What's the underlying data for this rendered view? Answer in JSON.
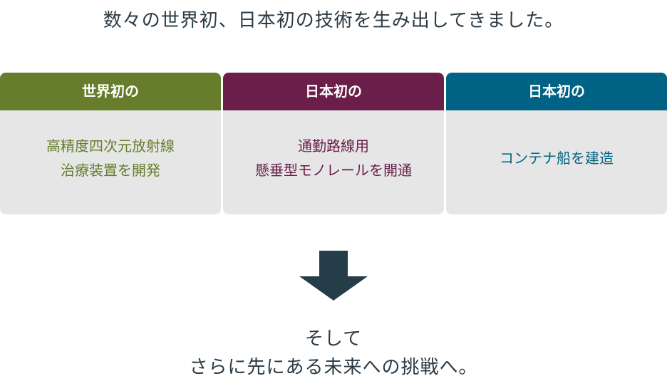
{
  "title": "数々の世界初、日本初の技術を生み出してきました。",
  "cards": [
    {
      "header": "世界初の",
      "lines": [
        "高精度四次元放射線",
        "治療装置を開発"
      ],
      "color": "#667d2c"
    },
    {
      "header": "日本初の",
      "lines": [
        "通勤路線用",
        "懸垂型モノレールを開通"
      ],
      "color": "#6b1e49"
    },
    {
      "header": "日本初の",
      "lines": [
        "コンテナ船を建造"
      ],
      "color": "#006284"
    }
  ],
  "bottom": {
    "line1": "そして",
    "line2": "さらに先にある未来への挑戦へ。"
  },
  "arrow_color": "#243d49"
}
